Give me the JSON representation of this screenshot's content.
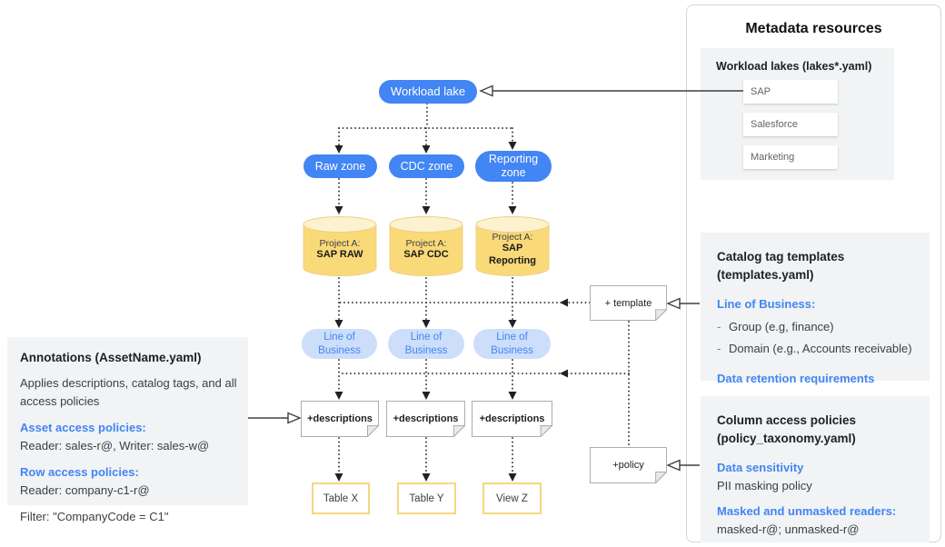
{
  "diagram": {
    "lake_label": "Workload lake",
    "zones": [
      "Raw zone",
      "CDC zone",
      "Reporting zone"
    ],
    "project_prefix": "Project A:",
    "project_names": [
      "SAP RAW",
      "SAP CDC",
      "SAP Reporting"
    ],
    "lob_label": "Line of Business",
    "note_descriptions": "+descriptions",
    "note_template": "+ template",
    "note_policy": "+policy",
    "outputs": [
      "Table X",
      "Table Y",
      "View Z"
    ]
  },
  "annotations_box": {
    "title": "Annotations (AssetName.yaml)",
    "description": "Applies descriptions, catalog tags, and all access policies",
    "asset_header": "Asset access policies:",
    "asset_value": "Reader: sales-r@, Writer: sales-w@",
    "row_header": "Row access policies:",
    "row_value": "Reader: company-c1-r@",
    "filter_value": "Filter: \"CompanyCode = C1\""
  },
  "metadata_panel": {
    "title": "Metadata resources",
    "workload_lakes": {
      "header": "Workload lakes (lakes*.yaml)",
      "items": [
        "SAP",
        "Salesforce",
        "Marketing"
      ]
    },
    "catalog": {
      "header_line1": "Catalog tag templates",
      "header_line2": "(templates.yaml)",
      "lob_header": "Line of Business:",
      "dash": "-",
      "items": [
        "Group (e.g, finance)",
        "Domain (e.g., Accounts receivable)"
      ],
      "retention": "Data retention requirements"
    },
    "column_policies": {
      "header_line1": "Column access policies",
      "header_line2": "(policy_taxonomy.yaml)",
      "sensitivity_header": "Data sensitivity",
      "sensitivity_value": "PII masking policy",
      "readers_header": "Masked and unmasked readers:",
      "readers_value": "masked-r@; unmasked-r@"
    }
  },
  "colors": {
    "node_blue": "#4285F4",
    "node_light_blue": "#CDDEFA",
    "cylinder_body": "#FAD978",
    "cylinder_top": "#FDF2CF",
    "table_border": "#F5D77E",
    "panel_gray": "#F1F3F4",
    "link_blue": "#4285F4",
    "text_dark": "#202124"
  }
}
